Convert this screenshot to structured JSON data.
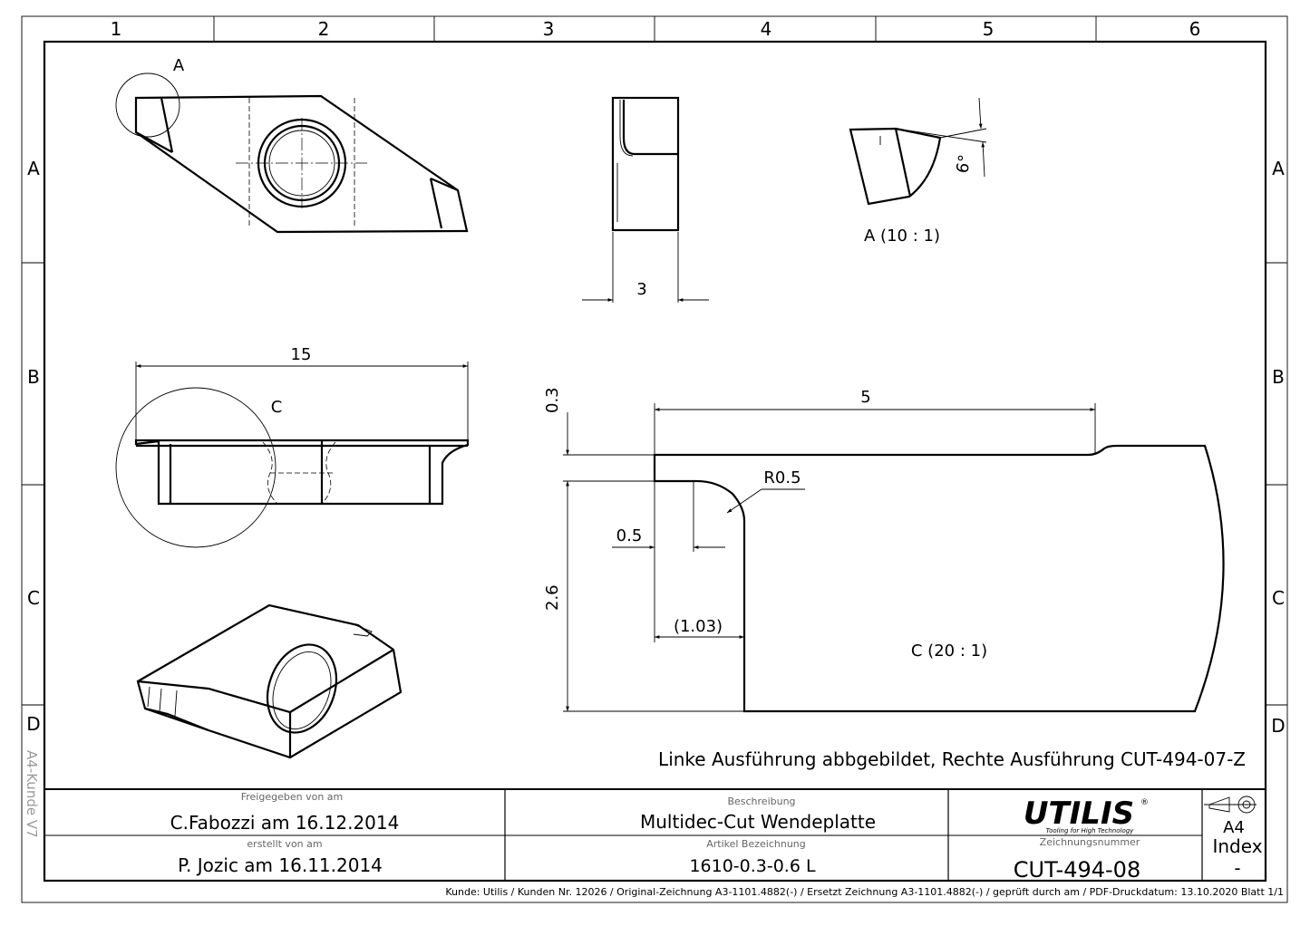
{
  "grid": {
    "columns": [
      "1",
      "2",
      "3",
      "4",
      "5",
      "6"
    ],
    "rows": [
      "A",
      "B",
      "C",
      "D"
    ]
  },
  "views": {
    "detail_a_marker": "A",
    "detail_a_label": "A (10 : 1)",
    "detail_a_angle": "6°",
    "side_width_dim": "3",
    "front_length_dim": "15",
    "detail_c_marker": "C",
    "detail_c_label": "C (20 : 1)",
    "dim_top_length": "5",
    "dim_radius": "R0.5",
    "dim_step": "0.3",
    "dim_height": "2.6",
    "dim_width_small": "0.5",
    "dim_ref": "(1.03)",
    "note": "Linke Ausführung abbgebildet, Rechte Ausführung CUT-494-07-Z"
  },
  "title_block": {
    "released_caption": "Freigegeben von am",
    "released_value": "C.Fabozzi am 16.12.2014",
    "created_caption": "erstellt von am",
    "created_value": "P. Jozic am 16.11.2014",
    "description_caption": "Beschreibung",
    "description_value": "Multidec-Cut Wendeplatte",
    "article_caption": "Artikel Bezeichnung",
    "article_value": "1610-0.3-0.6 L",
    "brand": "UTILIS",
    "brand_reg": "®",
    "brand_tagline": "Tooling for High Technology",
    "drawing_no_caption": "Zeichnungsnummer",
    "drawing_no": "CUT-494-08",
    "paper_size": "A4",
    "index_caption": "Index",
    "index_value": "-"
  },
  "side_label": "A4-Kunde V7",
  "footer": "Kunde: Utilis / Kunden Nr. 12026 /   Original-Zeichnung A3-1101.4882(-)     /     Ersetzt Zeichnung A3-1101.4882(-) / geprüft durch  am  / PDF-Druckdatum: 13.10.2020  Blatt 1/1"
}
